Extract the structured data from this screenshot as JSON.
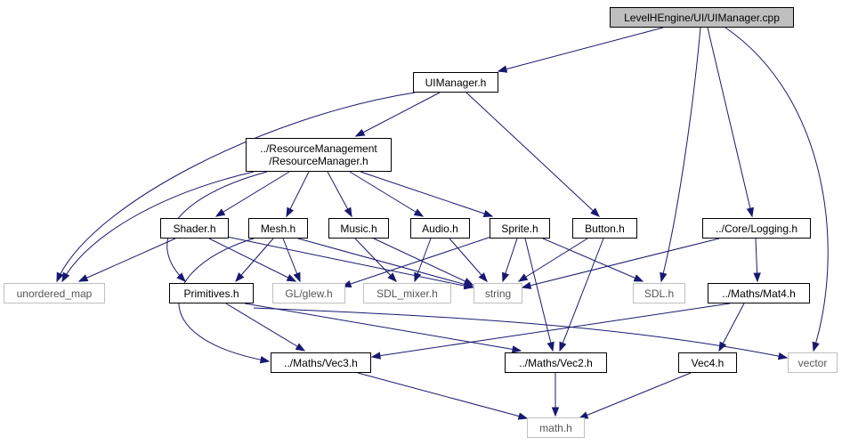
{
  "colors": {
    "edge": "#191970",
    "root_fill": "#bfbfbf",
    "node_border": "#000000",
    "external_border": "#bfbfbf"
  },
  "nodes": {
    "root": "LevelHEngine/UI/UIManager.cpp",
    "uimanager_h": "UIManager.h",
    "resource_manager_line1": "../ResourceManagement",
    "resource_manager_line2": "/ResourceManager.h",
    "shader_h": "Shader.h",
    "mesh_h": "Mesh.h",
    "music_h": "Music.h",
    "audio_h": "Audio.h",
    "sprite_h": "Sprite.h",
    "button_h": "Button.h",
    "logging_h": "../Core/Logging.h",
    "unordered_map": "unordered_map",
    "primitives_h": "Primitives.h",
    "glew_h": "GL/glew.h",
    "sdl_mixer_h": "SDL_mixer.h",
    "string": "string",
    "sdl_h": "SDL.h",
    "mat4_h": "../Maths/Mat4.h",
    "vec3_h": "../Maths/Vec3.h",
    "vec2_h": "../Maths/Vec2.h",
    "vec4_h": "Vec4.h",
    "vector": "vector",
    "math_h": "math.h"
  }
}
